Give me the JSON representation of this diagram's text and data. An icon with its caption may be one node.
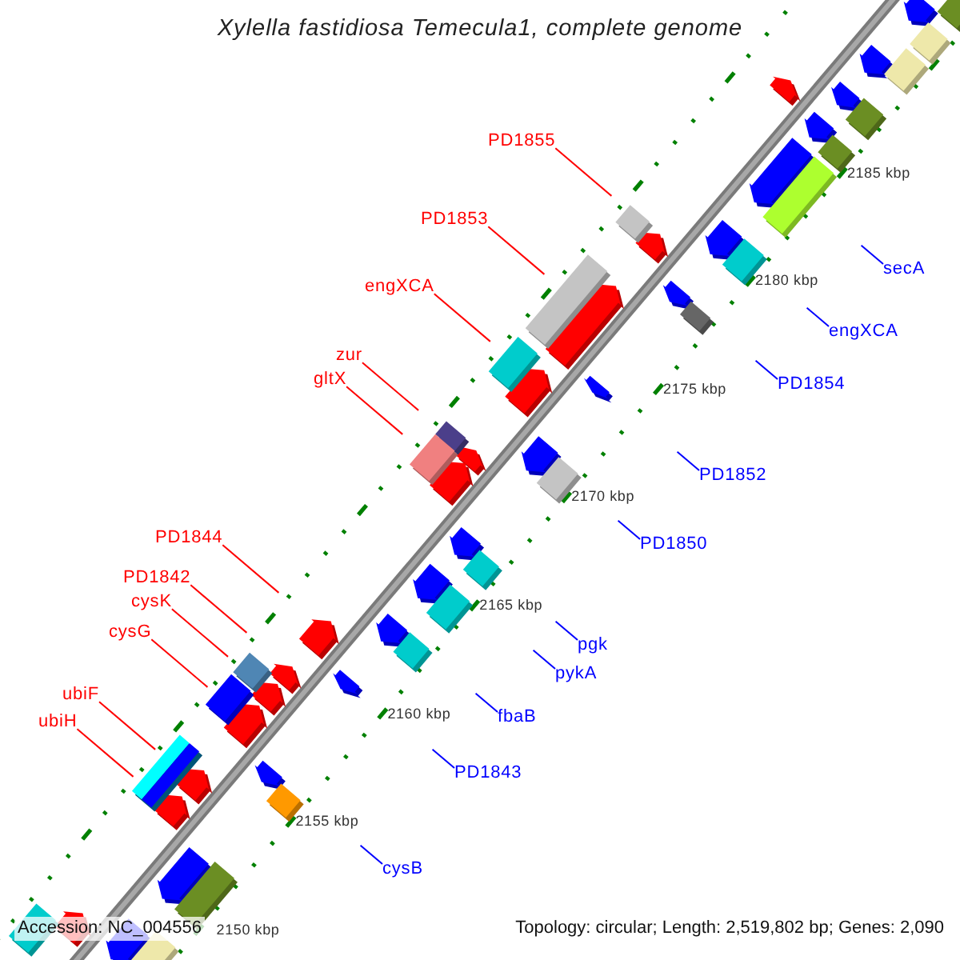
{
  "diagram": {
    "title": "Xylella fastidiosa Temecula1, complete genome",
    "nodes": [
      {
        "text": [
          "PD1855"
        ]
      },
      {
        "text": [
          "PD1853"
        ]
      },
      {
        "text": [
          "engXCA"
        ]
      },
      {
        "text": [
          "zur"
        ]
      },
      {
        "text": [
          "gltX"
        ]
      },
      {
        "text": [
          "PD1844"
        ]
      },
      {
        "text": [
          "PD1842"
        ]
      },
      {
        "text": [
          "cysK"
        ]
      },
      {
        "text": [
          "cysG"
        ]
      },
      {
        "text": [
          "ubiF"
        ]
      },
      {
        "text": [
          "ubiH"
        ]
      },
      {
        "text": [
          "secA"
        ]
      },
      {
        "text": [
          "engXCA"
        ]
      },
      {
        "text": [
          "PD1854"
        ]
      },
      {
        "text": [
          "PD1852"
        ]
      },
      {
        "text": [
          "PD1850"
        ]
      },
      {
        "text": [
          "pgk"
        ]
      },
      {
        "text": [
          "pykA"
        ]
      },
      {
        "text": [
          "fbaB"
        ]
      },
      {
        "text": [
          "PD1843"
        ]
      },
      {
        "text": [
          "cysB"
        ]
      }
    ],
    "edges": [
      {
        "from": 0,
        "to": null,
        "arrow": "none",
        "color": "#ff0000"
      },
      {
        "from": 1,
        "to": null,
        "arrow": "none",
        "color": "#ff0000"
      },
      {
        "from": 2,
        "to": null,
        "arrow": "none",
        "color": "#ff0000"
      },
      {
        "from": 3,
        "to": null,
        "arrow": "none",
        "color": "#ff0000"
      },
      {
        "from": 4,
        "to": null,
        "arrow": "none",
        "color": "#ff0000"
      },
      {
        "from": 5,
        "to": null,
        "arrow": "none",
        "color": "#ff0000"
      },
      {
        "from": 6,
        "to": null,
        "arrow": "none",
        "color": "#ff0000"
      },
      {
        "from": 7,
        "to": null,
        "arrow": "none",
        "color": "#ff0000"
      },
      {
        "from": 8,
        "to": null,
        "arrow": "none",
        "color": "#ff0000"
      },
      {
        "from": 9,
        "to": null,
        "arrow": "none",
        "color": "#ff0000"
      },
      {
        "from": 10,
        "to": null,
        "arrow": "none",
        "color": "#ff0000"
      },
      {
        "from": 11,
        "to": null,
        "arrow": "none",
        "color": "#0000ff"
      },
      {
        "from": 12,
        "to": null,
        "arrow": "none",
        "color": "#0000ff"
      },
      {
        "from": 13,
        "to": null,
        "arrow": "none",
        "color": "#0000ff"
      },
      {
        "from": 14,
        "to": null,
        "arrow": "none",
        "color": "#0000ff"
      },
      {
        "from": 15,
        "to": null,
        "arrow": "none",
        "color": "#0000ff"
      },
      {
        "from": 16,
        "to": null,
        "arrow": "none",
        "color": "#0000ff"
      },
      {
        "from": 17,
        "to": null,
        "arrow": "none",
        "color": "#0000ff"
      },
      {
        "from": 18,
        "to": null,
        "arrow": "none",
        "color": "#0000ff"
      },
      {
        "from": 19,
        "to": null,
        "arrow": "none",
        "color": "#0000ff"
      },
      {
        "from": 20,
        "to": null,
        "arrow": "none",
        "color": "#0000ff"
      }
    ],
    "labels": [
      "2185 kbp",
      "2180 kbp",
      "2175 kbp",
      "2170 kbp",
      "2165 kbp",
      "2160 kbp",
      "2155 kbp",
      "2150 kbp",
      "Accession: NC_004556",
      "Topology: circular; Length: 2,519,802 bp; Genes: 2,090"
    ]
  }
}
